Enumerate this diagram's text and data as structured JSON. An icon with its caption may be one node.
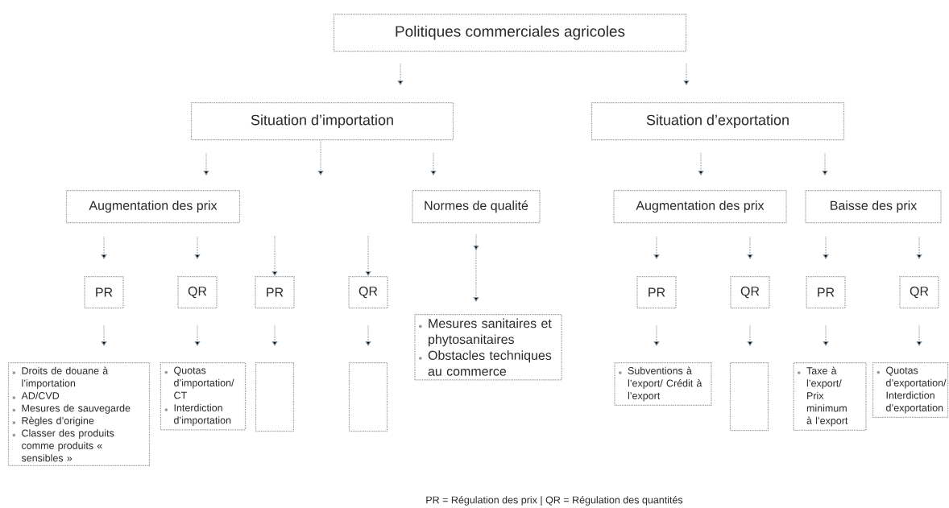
{
  "diagram": {
    "nodes": [
      {
        "text": [
          "Politiques commerciales agricoles"
        ]
      },
      {
        "text": [
          "Situation d’importation"
        ]
      },
      {
        "text": [
          "Situation d’exportation"
        ]
      },
      {
        "text": [
          "Augmentation des prix"
        ]
      },
      {
        "text": [
          "Normes de qualité"
        ]
      },
      {
        "text": [
          "Augmentation des prix"
        ]
      },
      {
        "text": [
          "Baisse des prix"
        ]
      },
      {
        "text": [
          "PR"
        ]
      },
      {
        "text": [
          "QR"
        ]
      },
      {
        "text": [
          "PR"
        ]
      },
      {
        "text": [
          "QR"
        ]
      },
      {
        "text": [
          "PR"
        ]
      },
      {
        "text": [
          "QR"
        ]
      },
      {
        "text": [
          "PR"
        ]
      },
      {
        "text": [
          "QR"
        ]
      },
      {
        "text": [
          "Droits de douane à l’importation",
          "AD/CVD",
          "Mesures de sauvegarde",
          "Règles d’origine",
          "Classer des produits comme produits « sensibles »"
        ]
      },
      {
        "text": [
          "Quotas d’importation/CT",
          "Interdiction d’importation"
        ]
      },
      {
        "text": [],
        "shape": "box"
      },
      {
        "text": [],
        "shape": "box"
      },
      {
        "text": [
          "Mesures sanitaires et phytosanitaires",
          "Obstacles techniques au commerce"
        ]
      },
      {
        "text": [
          "Subventions à l’export/ Crédit à l’export"
        ]
      },
      {
        "text": [],
        "shape": "box"
      },
      {
        "text": [
          "Taxe à l’export/ Prix minimum à l’export"
        ]
      },
      {
        "text": [
          "Quotas d’exportation/Interdiction d’exportation"
        ]
      }
    ],
    "edges": [
      {
        "from": 0,
        "to": 1,
        "arrow": "to"
      },
      {
        "from": 0,
        "to": 2,
        "arrow": "to"
      },
      {
        "from": 1,
        "to": 3,
        "arrow": "to"
      },
      {
        "from": 1,
        "to": null,
        "arrow": "to"
      },
      {
        "from": 1,
        "to": 4,
        "arrow": "to"
      },
      {
        "from": 2,
        "to": 5,
        "arrow": "to"
      },
      {
        "from": 2,
        "to": 6,
        "arrow": "to"
      },
      {
        "from": 3,
        "to": 7,
        "arrow": "to"
      },
      {
        "from": 3,
        "to": 8,
        "arrow": "to"
      },
      {
        "from": null,
        "to": 9,
        "arrow": "to"
      },
      {
        "from": null,
        "to": 10,
        "arrow": "to"
      },
      {
        "from": 4,
        "to": 19,
        "arrow": "to"
      },
      {
        "from": 5,
        "to": 11,
        "arrow": "to"
      },
      {
        "from": 5,
        "to": 12,
        "arrow": "to"
      },
      {
        "from": 6,
        "to": 13,
        "arrow": "to"
      },
      {
        "from": 6,
        "to": 14,
        "arrow": "to"
      },
      {
        "from": 7,
        "to": 15,
        "arrow": "to"
      },
      {
        "from": 8,
        "to": 16,
        "arrow": "to"
      },
      {
        "from": 9,
        "to": 17,
        "arrow": "to"
      },
      {
        "from": 10,
        "to": 18,
        "arrow": "to"
      },
      {
        "from": 11,
        "to": 20,
        "arrow": "to"
      },
      {
        "from": 12,
        "to": 21,
        "arrow": "to"
      },
      {
        "from": 13,
        "to": 22,
        "arrow": "to"
      },
      {
        "from": 14,
        "to": 23,
        "arrow": "to"
      }
    ],
    "labels": [
      "PR = Régulation des prix | QR = Régulation des quantités"
    ]
  }
}
